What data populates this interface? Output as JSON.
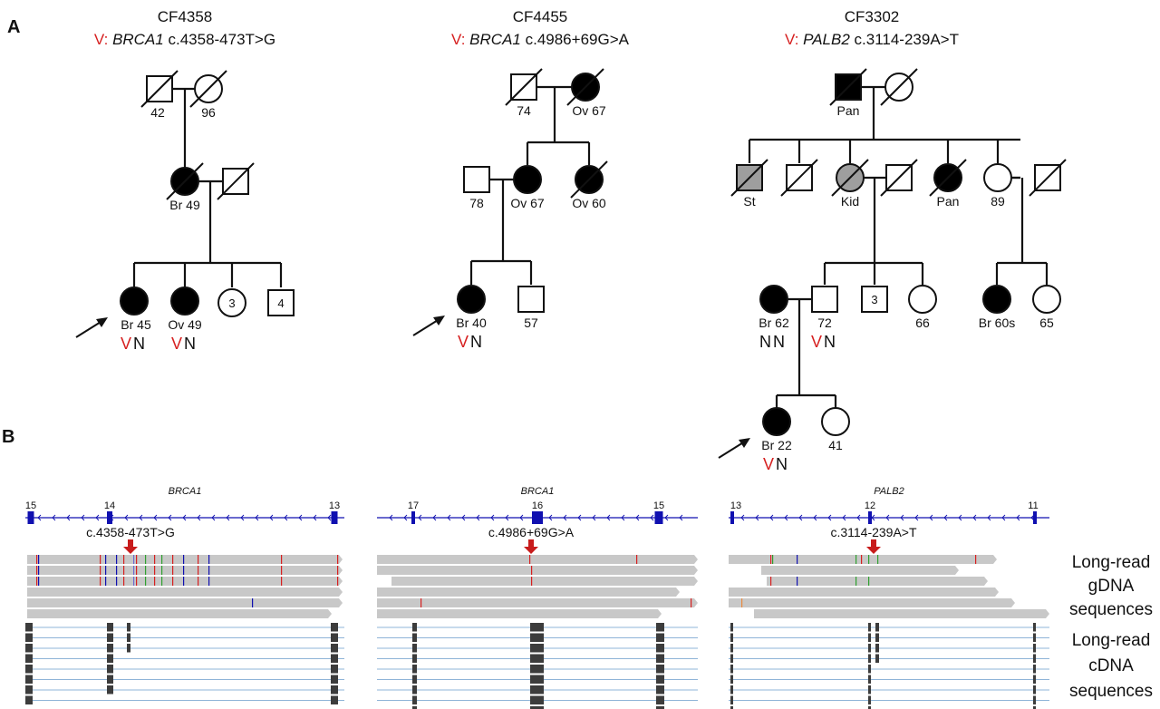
{
  "panel_a_label": "A",
  "panel_b_label": "B",
  "variant_prefix": "V:",
  "color_accent": "#d62020",
  "color_ideogram": "#1010b0",
  "color_read": "#c8c8c8",
  "pedigrees": [
    {
      "id": "CF4358",
      "gene": "BRCA1",
      "variant": "c.4358-473T>G",
      "members": [
        {
          "id": "g1-f",
          "shape": "square",
          "affected": "none",
          "deceased": true,
          "label": "42"
        },
        {
          "id": "g1-m",
          "shape": "circle",
          "affected": "none",
          "deceased": true,
          "label": "96"
        },
        {
          "id": "g2-m",
          "shape": "circle",
          "affected": "full",
          "deceased": true,
          "label": "Br 49"
        },
        {
          "id": "g2-f",
          "shape": "square",
          "affected": "none",
          "deceased": true,
          "label": ""
        },
        {
          "id": "g3-1",
          "shape": "circle",
          "affected": "full",
          "deceased": false,
          "label": "Br 45",
          "genotype": [
            "V",
            "N"
          ],
          "proband": true
        },
        {
          "id": "g3-2",
          "shape": "circle",
          "affected": "full",
          "deceased": false,
          "label": "Ov 49",
          "genotype": [
            "V",
            "N"
          ]
        },
        {
          "id": "g3-3",
          "shape": "circle",
          "affected": "none",
          "deceased": false,
          "label": "",
          "count": "3"
        },
        {
          "id": "g3-4",
          "shape": "square",
          "affected": "none",
          "deceased": false,
          "label": "",
          "count": "4"
        }
      ]
    },
    {
      "id": "CF4455",
      "gene": "BRCA1",
      "variant": "c.4986+69G>A",
      "members": [
        {
          "id": "g1-f",
          "shape": "square",
          "affected": "none",
          "deceased": true,
          "label": "74"
        },
        {
          "id": "g1-m",
          "shape": "circle",
          "affected": "full",
          "deceased": true,
          "label": "Ov 67"
        },
        {
          "id": "g2-f",
          "shape": "square",
          "affected": "none",
          "deceased": false,
          "label": "78"
        },
        {
          "id": "g2-m",
          "shape": "circle",
          "affected": "full",
          "deceased": false,
          "label": "Ov 67"
        },
        {
          "id": "g2-s",
          "shape": "circle",
          "affected": "full",
          "deceased": true,
          "label": "Ov 60"
        },
        {
          "id": "g3-1",
          "shape": "circle",
          "affected": "full",
          "deceased": false,
          "label": "Br 40",
          "genotype": [
            "V",
            "N"
          ],
          "proband": true
        },
        {
          "id": "g3-2",
          "shape": "square",
          "affected": "none",
          "deceased": false,
          "label": "57"
        }
      ]
    },
    {
      "id": "CF3302",
      "gene": "PALB2",
      "variant": "c.3114-239A>T",
      "members": [
        {
          "id": "g1-f",
          "shape": "square",
          "affected": "full",
          "deceased": true,
          "label": "Pan"
        },
        {
          "id": "g1-m",
          "shape": "circle",
          "affected": "none",
          "deceased": true,
          "label": ""
        },
        {
          "id": "g2-1",
          "shape": "square",
          "affected": "grey",
          "deceased": true,
          "label": "St"
        },
        {
          "id": "g2-2",
          "shape": "square",
          "affected": "none",
          "deceased": true,
          "label": ""
        },
        {
          "id": "g2-3",
          "shape": "circle",
          "affected": "grey",
          "deceased": true,
          "label": "Kid"
        },
        {
          "id": "g2-3s",
          "shape": "square",
          "affected": "none",
          "deceased": true,
          "label": ""
        },
        {
          "id": "g2-4",
          "shape": "circle",
          "affected": "full",
          "deceased": true,
          "label": "Pan"
        },
        {
          "id": "g2-5",
          "shape": "circle",
          "affected": "none",
          "deceased": false,
          "label": "89"
        },
        {
          "id": "g2-5s",
          "shape": "square",
          "affected": "none",
          "deceased": true,
          "label": ""
        },
        {
          "id": "g3-w",
          "shape": "circle",
          "affected": "full",
          "deceased": false,
          "label": "Br 62",
          "genotype": [
            "N",
            "N"
          ]
        },
        {
          "id": "g3-h",
          "shape": "square",
          "affected": "none",
          "deceased": false,
          "label": "72",
          "genotype": [
            "V",
            "N"
          ]
        },
        {
          "id": "g3-b",
          "shape": "square",
          "affected": "none",
          "deceased": false,
          "label": "",
          "count": "3"
        },
        {
          "id": "g3-s",
          "shape": "circle",
          "affected": "none",
          "deceased": false,
          "label": "66"
        },
        {
          "id": "g3-c1",
          "shape": "circle",
          "affected": "full",
          "deceased": false,
          "label": "Br 60s"
        },
        {
          "id": "g3-c2",
          "shape": "circle",
          "affected": "none",
          "deceased": false,
          "label": "65"
        },
        {
          "id": "g4-1",
          "shape": "circle",
          "affected": "full",
          "deceased": false,
          "label": "Br 22",
          "genotype": [
            "V",
            "N"
          ],
          "proband": true
        },
        {
          "id": "g4-2",
          "shape": "circle",
          "affected": "none",
          "deceased": false,
          "label": "41"
        }
      ]
    }
  ],
  "tracks": [
    {
      "gene": "BRCA1",
      "exons": [
        "15",
        "14",
        "13"
      ],
      "variant": "c.4358-473T>G"
    },
    {
      "gene": "BRCA1",
      "exons": [
        "17",
        "16",
        "15"
      ],
      "variant": "c.4986+69G>A"
    },
    {
      "gene": "PALB2",
      "exons": [
        "13",
        "12",
        "11"
      ],
      "variant": "c.3114-239A>T"
    }
  ],
  "track_labels": {
    "gdna": [
      "Long-read",
      "gDNA",
      "sequences"
    ],
    "cdna": [
      "Long-read",
      "cDNA",
      "sequences"
    ]
  }
}
